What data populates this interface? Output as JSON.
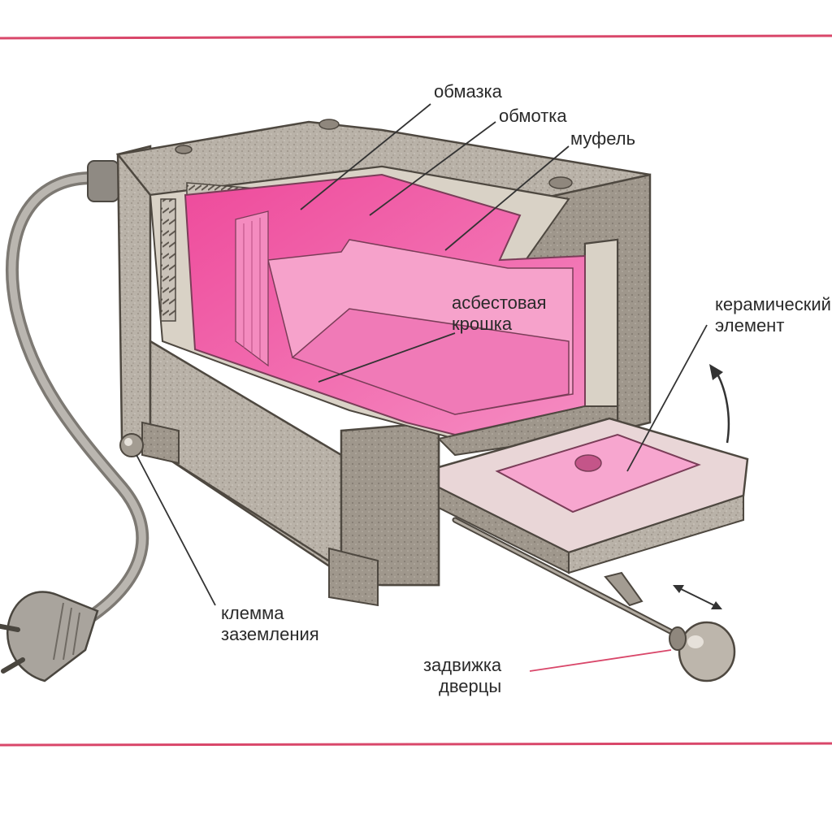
{
  "colors": {
    "frame_line": "#d9476a",
    "body_gray": "#b9b2a8",
    "body_dark": "#8f877d",
    "muffle_pink": "#f25aa8",
    "muffle_light": "#f7a6cf",
    "cord": "#9e9a94",
    "leader": "#333333",
    "leader_accent": "#d9476a"
  },
  "labels": {
    "coating": "обмазка",
    "winding": "обмотка",
    "muffle": "муфель",
    "asbestos_line1": "асбестовая",
    "asbestos_line2": "крошка",
    "ceramic_line1": "керамический",
    "ceramic_line2": "элемент",
    "ground_line1": "клемма",
    "ground_line2": "заземления",
    "latch_line1": "задвижка",
    "latch_line2": "дверцы"
  },
  "icons": {
    "plug": "power-plug-icon",
    "rotate_arrow": "curved-arrow-icon",
    "slide_arrow": "double-arrow-icon"
  }
}
